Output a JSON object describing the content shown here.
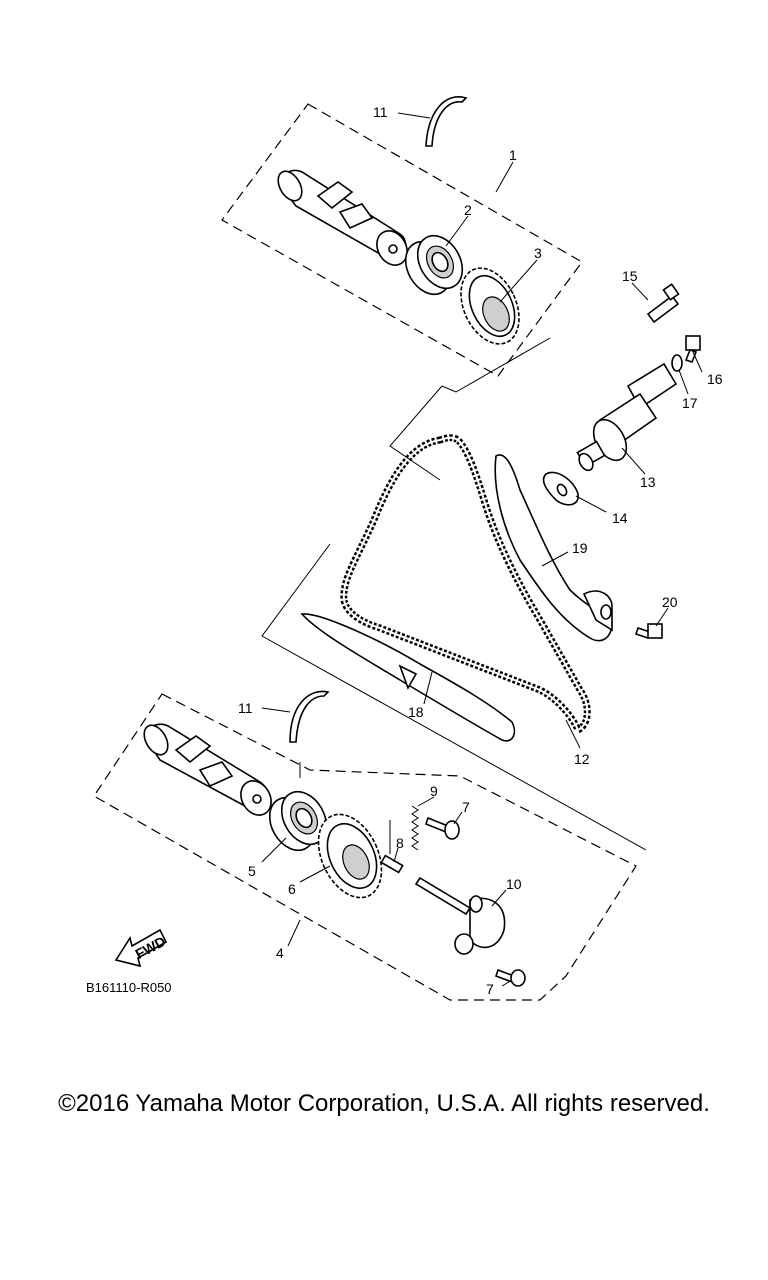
{
  "callouts": [
    "1",
    "2",
    "3",
    "4",
    "5",
    "6",
    "7",
    "7",
    "8",
    "9",
    "10",
    "11",
    "11",
    "12",
    "13",
    "14",
    "15",
    "16",
    "17",
    "18",
    "19",
    "20"
  ],
  "fwd_label": "FWD",
  "ref_code": "B161110-R050",
  "copyright": "©2016 Yamaha Motor Corporation, U.S.A. All rights reserved."
}
